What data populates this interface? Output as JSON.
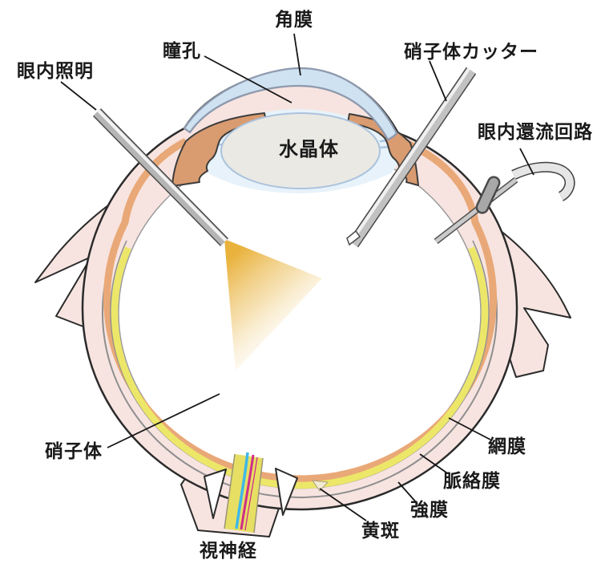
{
  "labels": {
    "cornea": "角膜",
    "pupil": "瞳孔",
    "vitreous_cutter": "硝子体カッター",
    "endo_illumination": "眼内照明",
    "infusion_line": "眼内還流回路",
    "lens": "水晶体",
    "vitreous_body": "硝子体",
    "optic_nerve": "視神経",
    "macula": "黄斑",
    "sclera": "強膜",
    "choroid": "脈絡膜",
    "retina": "網膜"
  },
  "colors": {
    "background": "#ffffff",
    "sclera_pink": "#f7e4e0",
    "choroid_orange": "#e9a877",
    "retina_yellow": "#ece768",
    "optic_nerve_core": "#e6df63",
    "cornea_blue": "#cfe2f1",
    "aqueous_blue": "#e8f2fa",
    "iris_salmon": "#d99b70",
    "lens_gray": "#eae9e4",
    "instrument_gray": "#c2c2c2",
    "light_cone_gold": "#e8ae33",
    "vessel_blue": "#3fb8e8",
    "vessel_magenta": "#d02d8a",
    "outline": "#2b2b2b",
    "label_text": "#1a1a1a"
  }
}
